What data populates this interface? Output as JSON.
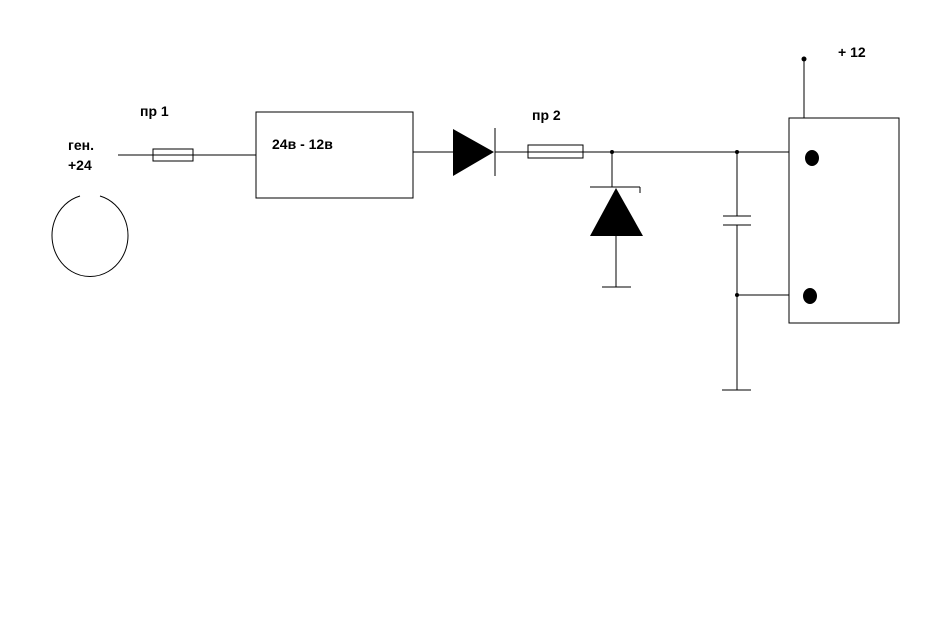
{
  "generator": {
    "line1": "ген.",
    "line2": "+24"
  },
  "fuse1": {
    "label": "пр 1"
  },
  "converter": {
    "label": "24в - 12в"
  },
  "fuse2": {
    "label": "пр 2"
  },
  "supply": {
    "label": "+ 12"
  }
}
